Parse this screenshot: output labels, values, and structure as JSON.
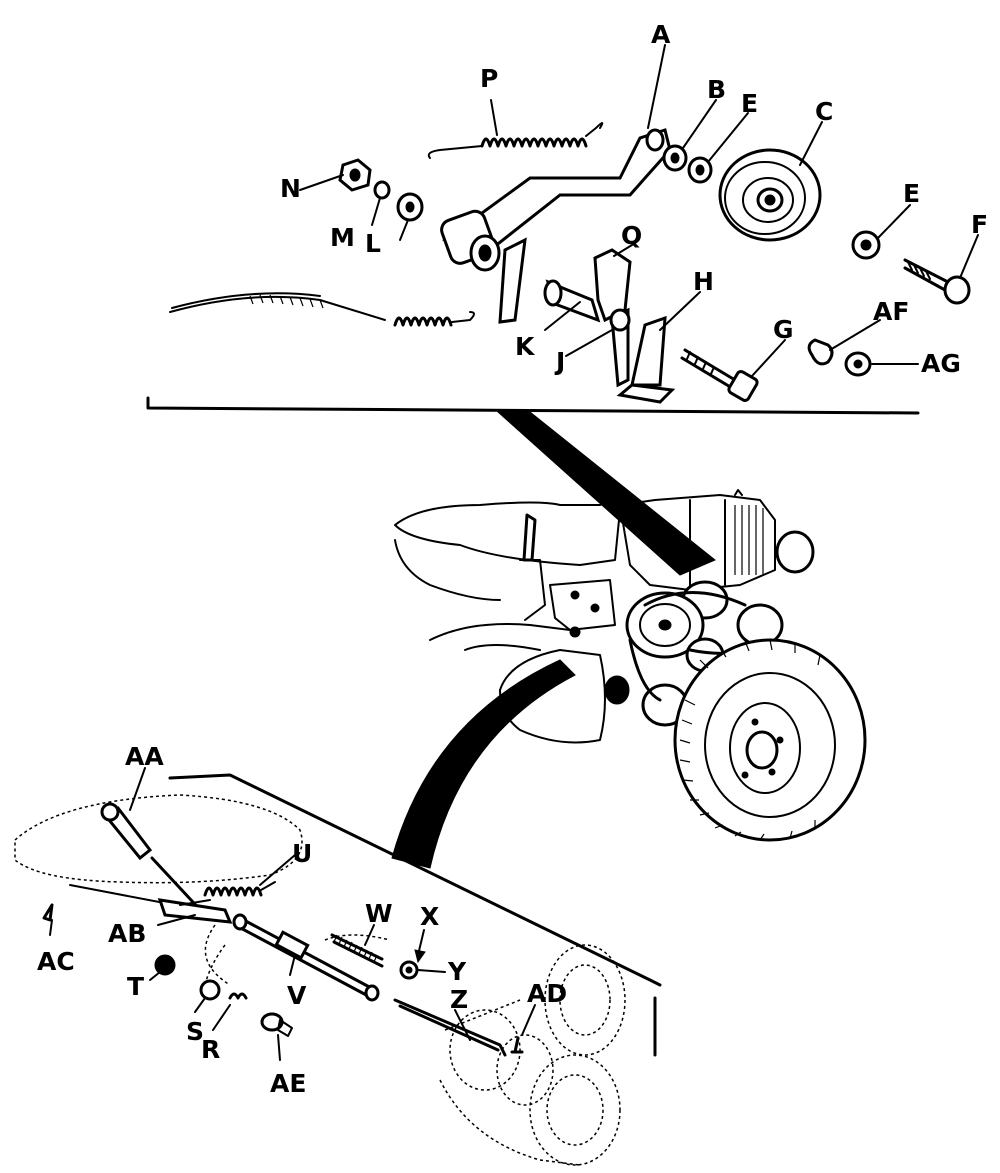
{
  "labels": {
    "A": "A",
    "B": "B",
    "C": "C",
    "E1": "E",
    "E2": "E",
    "F": "F",
    "G": "G",
    "H": "H",
    "J": "J",
    "K": "K",
    "L": "L",
    "M": "M",
    "N": "N",
    "P": "P",
    "Q": "Q",
    "AF": "AF",
    "AG": "AG",
    "AA": "AA",
    "AB": "AB",
    "AC": "AC",
    "AD": "AD",
    "AE": "AE",
    "R": "R",
    "S": "S",
    "T": "T",
    "U": "U",
    "V": "V",
    "W": "W",
    "X": "X",
    "Y": "Y",
    "Z": "Z"
  }
}
